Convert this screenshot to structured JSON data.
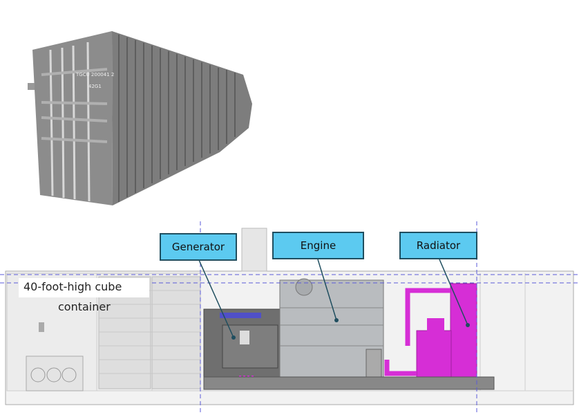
{
  "photo": {
    "container_markings": [
      "TGCU 200041 2",
      "42G1"
    ]
  },
  "diagram": {
    "container_label_line1": "40-foot-high cube",
    "container_label_line2": "container",
    "callouts": {
      "generator": "Generator",
      "engine": "Engine",
      "radiator": "Radiator"
    }
  },
  "colors": {
    "callout": "#5ccaf0",
    "radiator": "#d62ed6",
    "guides": "#5a5ad8"
  }
}
